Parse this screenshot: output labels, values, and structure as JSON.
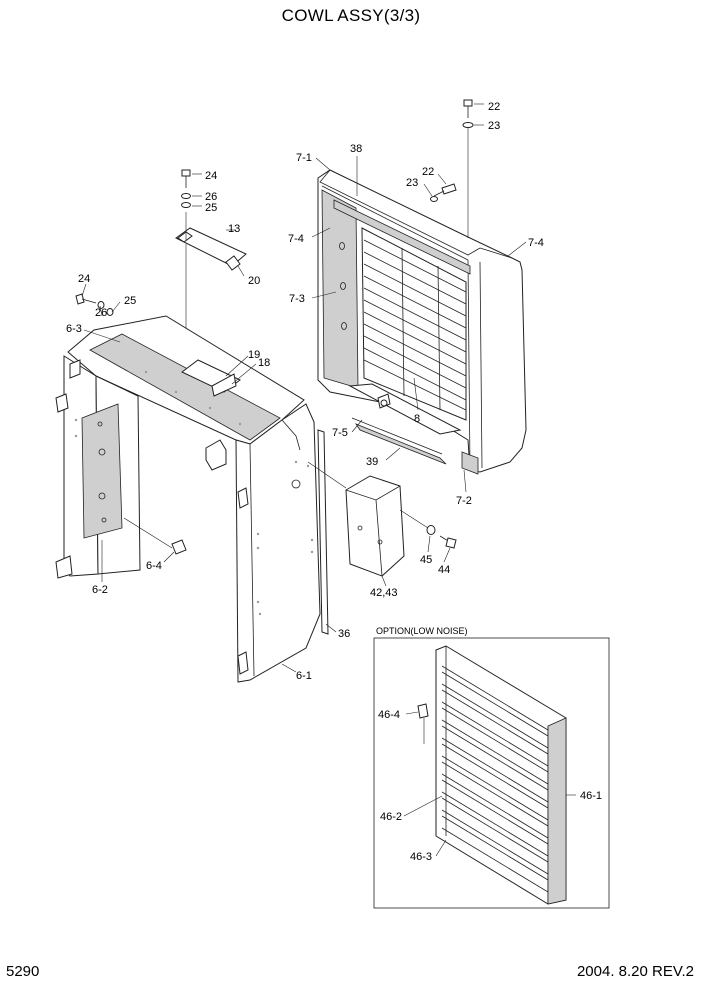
{
  "header": {
    "title": "COWL ASSY(3/3)"
  },
  "footer": {
    "page_number": "5290",
    "revision": "2004. 8.20  REV.2"
  },
  "option_box": {
    "title": "OPTION(LOW NOISE)"
  },
  "callouts": {
    "c_22a": "22",
    "c_23a": "23",
    "c_7_1": "7-1",
    "c_38": "38",
    "c_22b": "22",
    "c_23b": "23",
    "c_24a": "24",
    "c_26a": "26",
    "c_25a": "25",
    "c_13": "13",
    "c_7_4a": "7-4",
    "c_7_4b": "7-4",
    "c_20": "20",
    "c_24b": "24",
    "c_26b": "26",
    "c_25b": "25",
    "c_7_3": "7-3",
    "c_6_3": "6-3",
    "c_19": "19",
    "c_18": "18",
    "c_8": "8",
    "c_7_5": "7-5",
    "c_39": "39",
    "c_7_2": "7-2",
    "c_45": "45",
    "c_44": "44",
    "c_6_4": "6-4",
    "c_6_2": "6-2",
    "c_42_43": "42,43",
    "c_36": "36",
    "c_6_1": "6-1",
    "c_46_4": "46-4",
    "c_46_1": "46-1",
    "c_46_2": "46-2",
    "c_46_3": "46-3"
  }
}
